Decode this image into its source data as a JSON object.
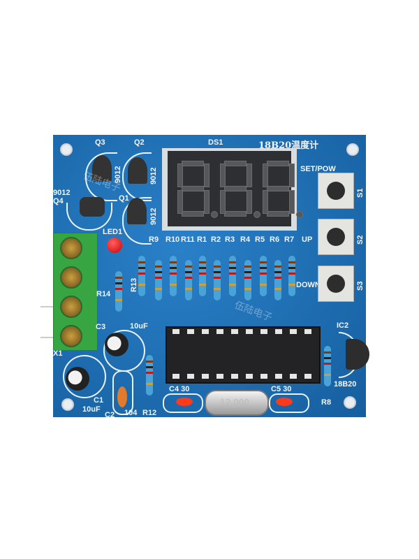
{
  "board": {
    "title": "18B20温度计",
    "display_ref": "DS1",
    "watermark": "伍陆电子",
    "crystal_marking": "12.000",
    "colors": {
      "pcb": "#1d6fb8",
      "terminal": "#37a642",
      "led": "#e01010",
      "silkscreen": "#f2f6fa"
    },
    "labels": {
      "q3": "Q3",
      "q2": "Q2",
      "q1": "Q1",
      "q4": "Q4",
      "t1": "9012",
      "t2": "9012",
      "t3": "9012",
      "t4": "9012",
      "led1": "LED1",
      "set_pow": "SET/POW",
      "s1": "S1",
      "up": "UP",
      "s2": "S2",
      "down": "DOWN",
      "s3": "S3",
      "r13": "R13",
      "r14": "R14",
      "c3": "C3",
      "c3_val": "10uF",
      "x1": "X1",
      "c1": "C1",
      "c1_val": "10uF",
      "c2": "C2",
      "c2_val": "104",
      "r12": "R12",
      "c4": "C4 30",
      "c5": "C5 30",
      "ic2": "IC2",
      "ic2_val": "18B20",
      "r8": "R8"
    },
    "resistor_row": [
      "R9",
      "R10",
      "R11",
      "R1",
      "R2",
      "R3",
      "R4",
      "R5",
      "R6",
      "R7"
    ]
  }
}
